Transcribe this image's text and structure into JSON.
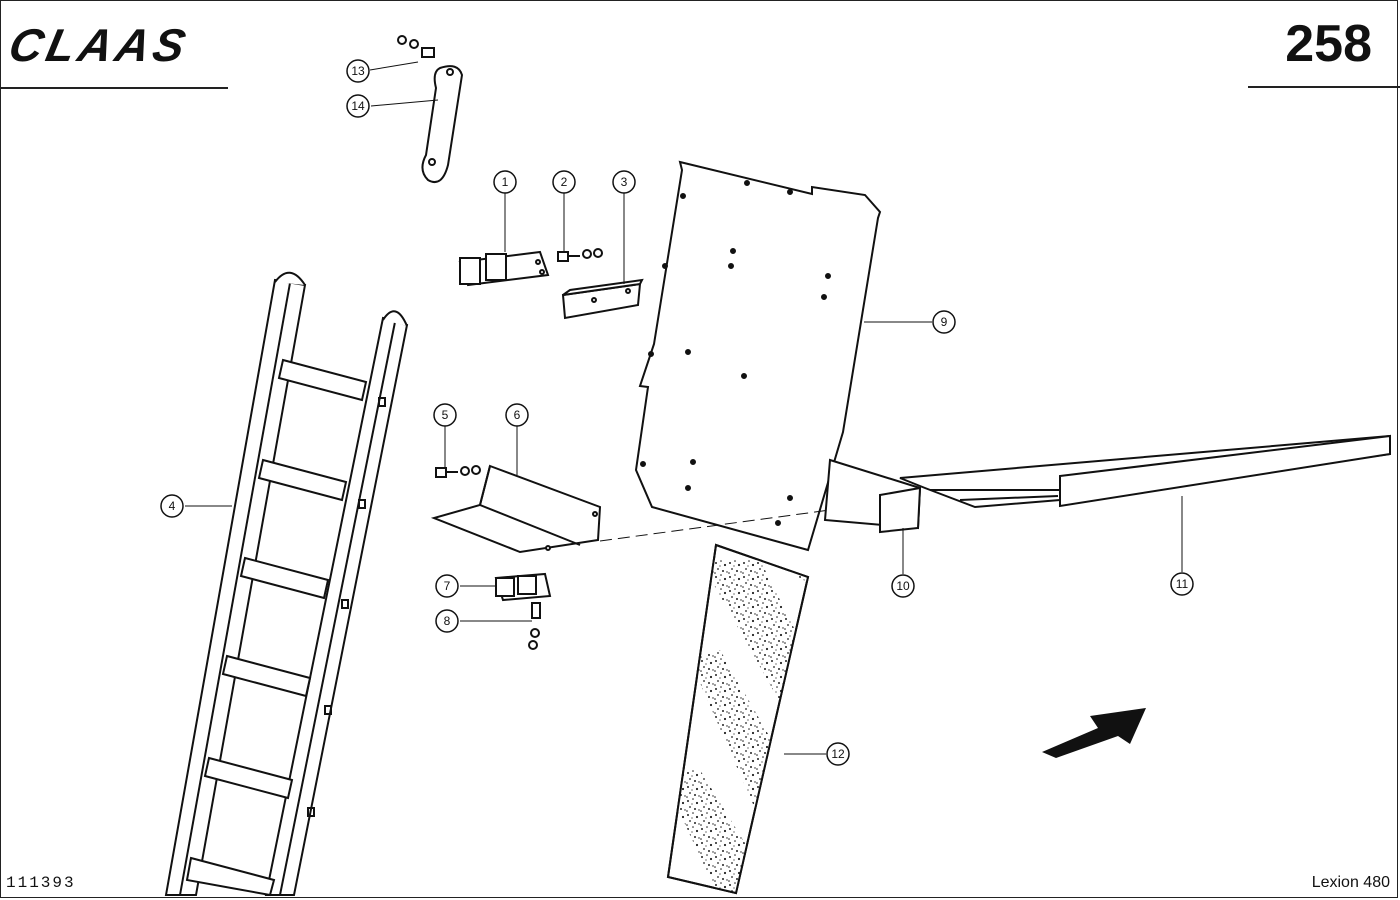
{
  "header": {
    "brand": "CLAAS",
    "page_number": "258"
  },
  "footer": {
    "drawing_id": "111393",
    "model": "Lexion 480"
  },
  "callouts": [
    "1",
    "2",
    "3",
    "4",
    "5",
    "6",
    "7",
    "8",
    "9",
    "10",
    "11",
    "12",
    "13",
    "14"
  ]
}
